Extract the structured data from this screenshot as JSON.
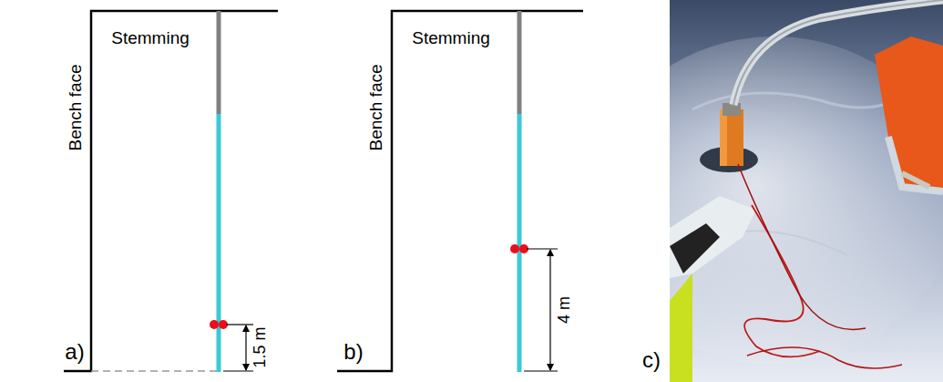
{
  "diagram": {
    "labels": [
      "Stemming",
      "Bench face",
      "a)",
      "1.5 m",
      "Stemming",
      "Bench face",
      "b)",
      "4 m",
      "c)"
    ]
  }
}
